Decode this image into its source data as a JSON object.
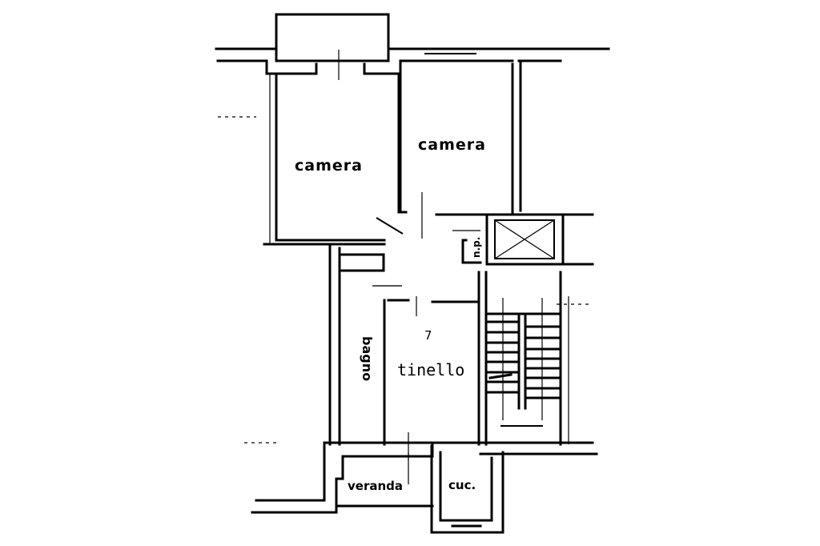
{
  "plan": {
    "title": "",
    "rooms": [
      {
        "id": "camera-left",
        "label": "camera"
      },
      {
        "id": "camera-right",
        "label": "camera"
      },
      {
        "id": "tinello",
        "label": "tinello",
        "marker": "7"
      },
      {
        "id": "bagno",
        "label": "bagno"
      },
      {
        "id": "veranda",
        "label": "veranda"
      },
      {
        "id": "cucina",
        "label": "cuc."
      },
      {
        "id": "np",
        "label": "n.p."
      }
    ],
    "elements": {
      "elevator": "elevator-shaft",
      "stairs": "staircase",
      "stair_count_per_flight": 8
    },
    "colors": {
      "ink": "#000000",
      "paper": "#ffffff"
    }
  }
}
